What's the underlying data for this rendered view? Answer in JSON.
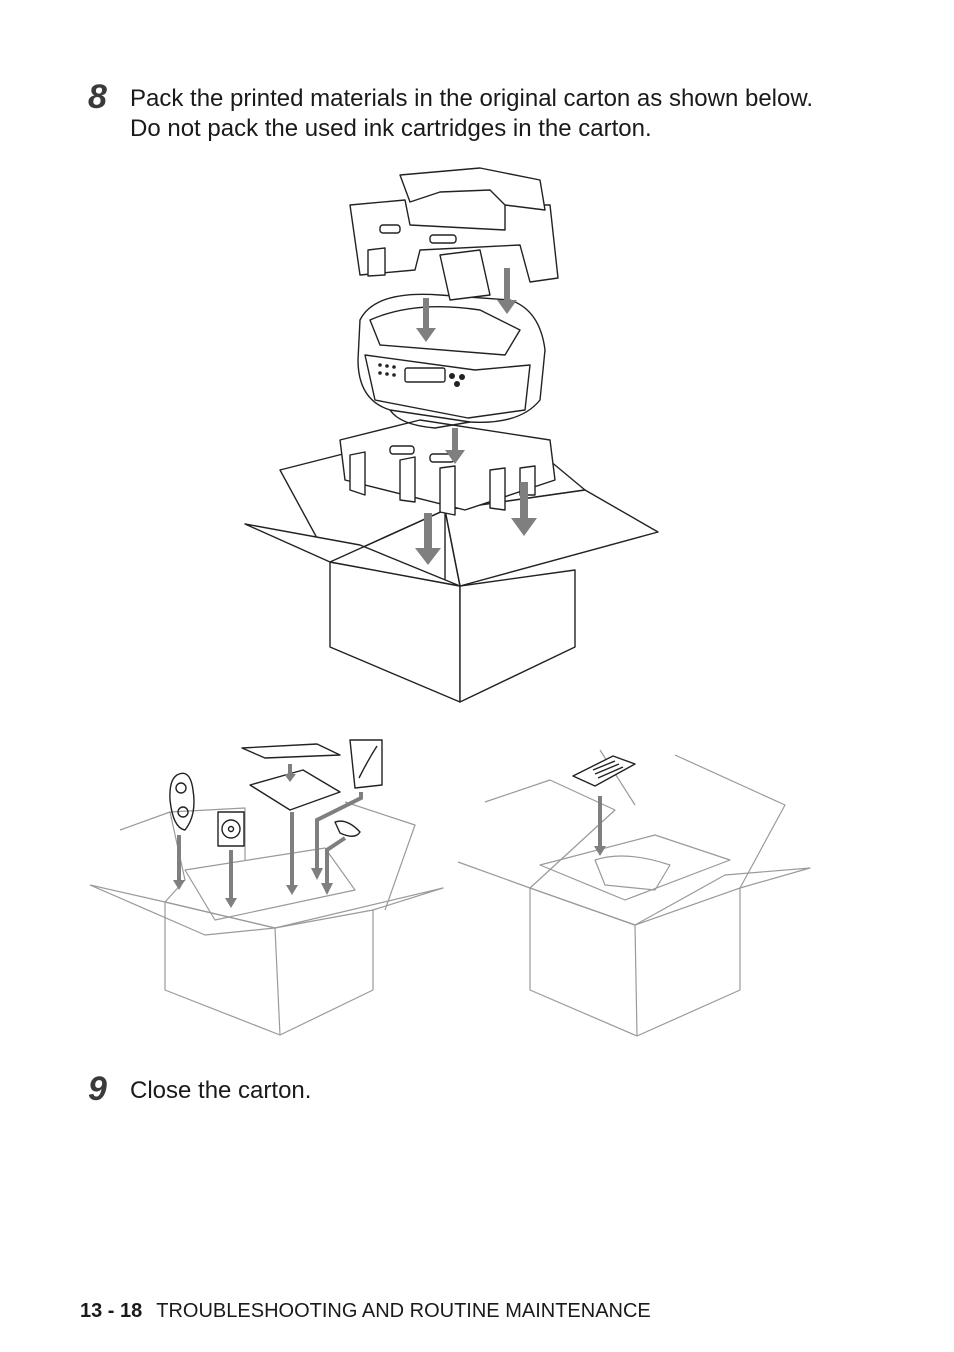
{
  "steps": [
    {
      "number": "8",
      "lines": [
        "Pack the printed materials in the original carton as shown below.",
        "Do not pack the used ink cartridges in the carton."
      ]
    },
    {
      "number": "9",
      "lines": [
        "Close the carton."
      ]
    }
  ],
  "footer": {
    "page": "13 - 18",
    "section": "TROUBLESHOOTING AND ROUTINE MAINTENANCE"
  }
}
